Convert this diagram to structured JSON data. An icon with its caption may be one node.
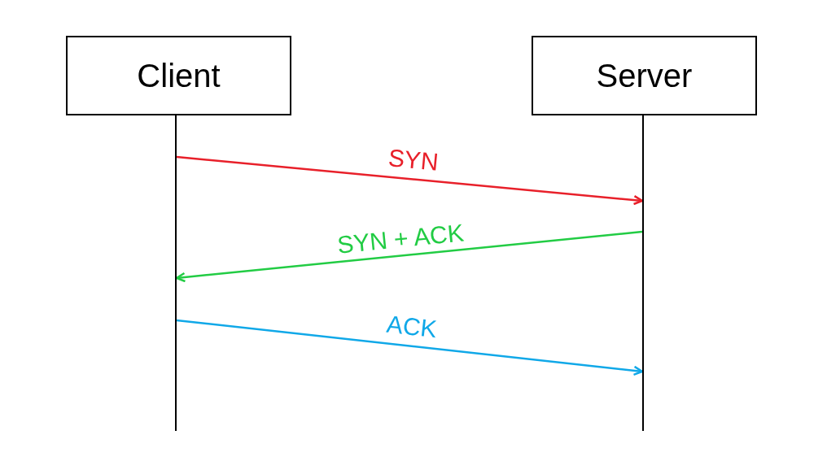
{
  "diagram": {
    "nodes": [
      {
        "text": [
          "Client"
        ]
      },
      {
        "text": [
          "Server"
        ]
      },
      {
        "text": [],
        "shape": "bar"
      },
      {
        "text": [],
        "shape": "bar"
      }
    ],
    "edges": [
      {
        "from": 2,
        "to": 3,
        "arrow": "to",
        "label": "SYN",
        "color": "#e8202a"
      },
      {
        "from": 3,
        "to": 2,
        "arrow": "to",
        "label": "SYN + ACK",
        "color": "#22cc44"
      },
      {
        "from": 2,
        "to": 3,
        "arrow": "to",
        "label": "ACK",
        "color": "#10a8e8"
      }
    ]
  }
}
